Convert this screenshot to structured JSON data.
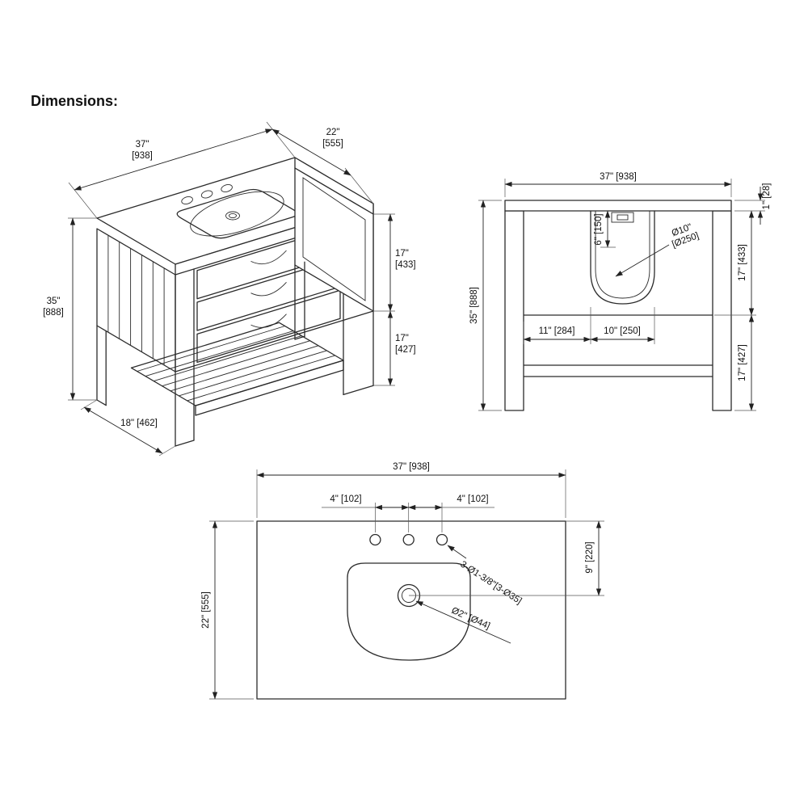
{
  "title": "Dimensions:",
  "iso": {
    "width_in": "37\"",
    "width_mm": "[938]",
    "depth_in": "22\"",
    "depth_mm": "[555]",
    "height_in": "35\"",
    "height_mm": "[888]",
    "upper_in": "17\"",
    "upper_mm": "[433]",
    "lower_in": "17\"",
    "lower_mm": "[427]",
    "shelf_depth": "18\" [462]"
  },
  "front": {
    "width": "37\" [938]",
    "thickness": "1\" [28]",
    "height": "35\" [888]",
    "upper": "17\" [433]",
    "lower": "17\" [427]",
    "bowl_depth": "6\" [150]",
    "drain_in": "Ø10\"",
    "drain_mm": "[Ø250]",
    "left_offset": "11\" [284]",
    "bowl_width": "10\" [250]"
  },
  "top": {
    "width": "37\" [938]",
    "depth": "22\" [555]",
    "spacing_left": "4\" [102]",
    "spacing_right": "4\" [102]",
    "holes": "3-Ø1-3/8\"[3-Ø35]",
    "drain_setback": "9\" [220]",
    "drain": "Ø2\" [Ø44]"
  }
}
